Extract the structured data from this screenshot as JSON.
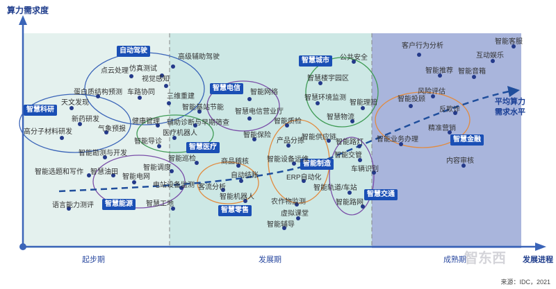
{
  "title": "算力需求度",
  "x_axis_label": "发展进程",
  "phases": [
    "起步期",
    "发展期",
    "成熟期"
  ],
  "avg_line_label_1": "平均算力",
  "avg_line_label_2": "需求水平",
  "source": "来源：IDC，2021",
  "watermark": "智东西",
  "colors": {
    "axis": "#3a64b8",
    "zone_start": "#e4f1ee",
    "zone_dev": "#cde8e5",
    "zone_mature": "#a9b5dc",
    "tag": "#1a4fb5",
    "dot": "#243a8a",
    "ellipse_blue": "#3a64b8",
    "ellipse_orange": "#e28b3f",
    "ellipse_green": "#3f9b55",
    "ellipse_purple": "#7a4ea8"
  },
  "categories": [
    "自动驾驶",
    "智慧科研",
    "智慧电信",
    "智慧医疗",
    "智慧城市",
    "智慧能源",
    "智慧零售",
    "智能制造",
    "智慧交通",
    "智慧金融"
  ],
  "items": [
    "高级辅助驾驶",
    "点云处理",
    "仿真测试",
    "视觉感知",
    "蛋白质结构预测",
    "车路协同",
    "三维重建",
    "天文发现",
    "新药研发",
    "气象预报",
    "高分子材料研发",
    "智能基站节能",
    "智能网络",
    "智慧电信营业厅",
    "健康管理",
    "辅助诊断与早期筛查",
    "医疗机器人",
    "智能导诊",
    "智能勘测与开发",
    "公共安全",
    "智慧楼宇园区",
    "智慧环境监测",
    "智能理赔",
    "智慧物流",
    "智能质检",
    "智能保险",
    "产品分拣",
    "智能供应链",
    "智能设备运维",
    "智能选题和写作",
    "智慧油田",
    "智能电网",
    "智能调度",
    "智能巡检",
    "电站设备监测",
    "智慧工地",
    "语言能力测评",
    "商品稽核",
    "自动结账",
    "客流分析",
    "智能机器人",
    "ERP自动化",
    "智能交管",
    "智能路网",
    "车辆识别",
    "智能轨道/车站",
    "智能路灯",
    "农作物监测",
    "虚拟课堂",
    "智能辅导",
    "客户行为分析",
    "智能客服",
    "互动娱乐",
    "智能推荐",
    "智能音箱",
    "风险评估",
    "智能投顾",
    "反欺诈",
    "精准营销",
    "智能业务办理",
    "内容审核"
  ]
}
